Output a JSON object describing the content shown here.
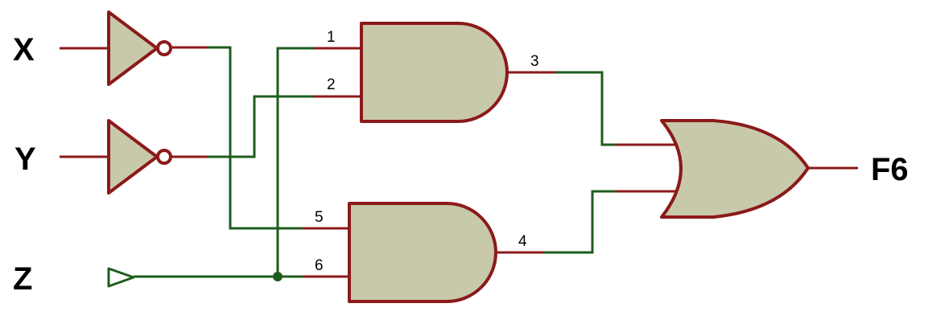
{
  "inputs": {
    "x": "X",
    "y": "Y",
    "z": "Z"
  },
  "output": {
    "label": "F6"
  },
  "pins": {
    "p1": "1",
    "p2": "2",
    "p3": "3",
    "p4": "4",
    "p5": "5",
    "p6": "6"
  },
  "gates": [
    {
      "kind": "not",
      "input": "X"
    },
    {
      "kind": "not",
      "input": "Y"
    },
    {
      "kind": "and",
      "inputs": [
        "1",
        "2"
      ],
      "output": "3"
    },
    {
      "kind": "and",
      "inputs": [
        "5",
        "6"
      ],
      "output": "4"
    },
    {
      "kind": "or",
      "inputs": [
        "3",
        "4"
      ],
      "output": "F6"
    }
  ],
  "colors": {
    "gate_fill": "#c8c8aa",
    "gate_stroke": "#8b1a1a",
    "pin_stroke": "#8b1a1a",
    "wire": "#1e5c1e",
    "label": "#000000"
  }
}
